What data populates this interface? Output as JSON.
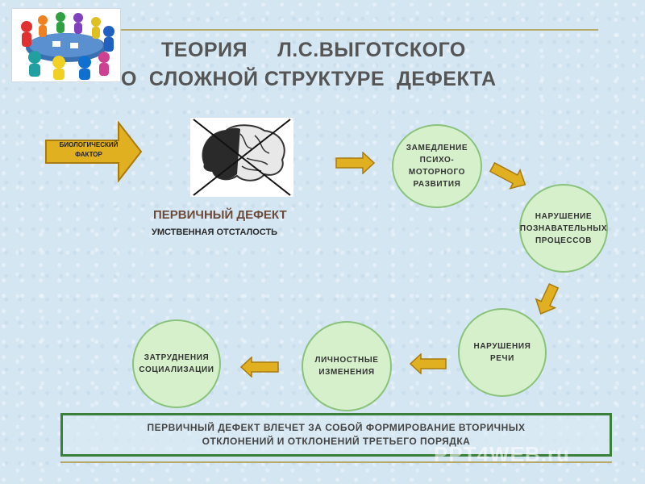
{
  "title": {
    "line1": "ТЕОРИЯ     Л.С.ВЫГОТСКОГО",
    "line2": "О  СЛОЖНОЙ СТРУКТУРЕ  ДЕФЕКТА"
  },
  "bio_factor": "БИОЛОГИЧЕСКИЙ\nФАКТОР",
  "primary_defect": {
    "title": "ПЕРВИЧНЫЙ ДЕФЕКТ",
    "subtitle": "УМСТВЕННАЯ ОТСТАЛОСТЬ"
  },
  "circles": {
    "delay": "ЗАМЕДЛЕНИЕ\nПСИХО-\nМОТОРНОГО\nРАЗВИТИЯ",
    "cognitive": "НАРУШЕНИЕ\nПОЗНАВАТЕЛЬНЫХ\nПРОЦЕССОВ",
    "speech": "НАРУШЕНИЯ\nРЕЧИ",
    "personality": "ЛИЧНОСТНЫЕ\nИЗМЕНЕНИЯ",
    "socialization": "ЗАТРУДНЕНИЯ\nСОЦИАЛИЗАЦИИ"
  },
  "bottom": {
    "line1": "ПЕРВИЧНЫЙ ДЕФЕКТ ВЛЕЧЕТ ЗА СОБОЙ ФОРМИРОВАНИЕ ВТОРИЧНЫХ",
    "line2": "ОТКЛОНЕНИЙ И ОТКЛОНЕНИЙ ТРЕТЬЕГО ПОРЯДКА"
  },
  "watermark": "PPT4WEB.ru",
  "colors": {
    "arrow_fill": "#e0b020",
    "arrow_stroke": "#a87a10",
    "circle_fill": "#d6f0cc",
    "circle_border": "#8ac27c",
    "box_border": "#3a7f3a"
  }
}
